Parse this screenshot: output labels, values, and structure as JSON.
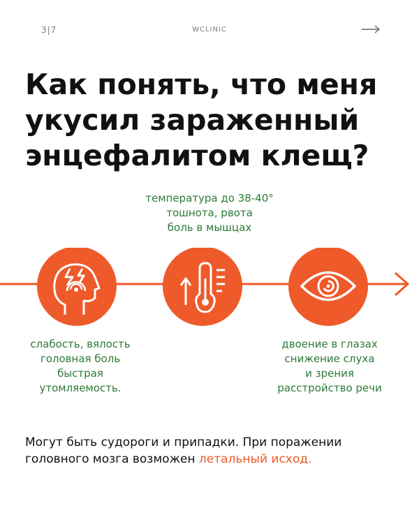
{
  "header": {
    "page_indicator": "3|7",
    "brand": "WCLINIC"
  },
  "title": {
    "lines": [
      "Как понять, что меня",
      "укусил зараженный",
      "энцефалитом клещ?"
    ]
  },
  "symptoms": {
    "top": [
      "температура до 38-40°",
      "тошнота, рвота",
      "боль в мышцах"
    ],
    "left": [
      "слабость, вялость",
      "головная боль",
      "быстрая",
      "утомляемость."
    ],
    "right": [
      "двоение в глазах",
      "снижение слуха",
      "и зрения",
      "расстройство речи"
    ]
  },
  "icons": {
    "first": "head-lightning-icon",
    "second": "thermometer-icon",
    "third": "eye-spiral-icon"
  },
  "footer": {
    "line1": "Могут быть судороги и припадки. При поражении",
    "line2_prefix": "головного мозга возможен ",
    "line2_accent": "летальный исход."
  },
  "colors": {
    "accent": "#ee5a2a",
    "green_text": "#2c7a37",
    "title_text": "#111111"
  }
}
